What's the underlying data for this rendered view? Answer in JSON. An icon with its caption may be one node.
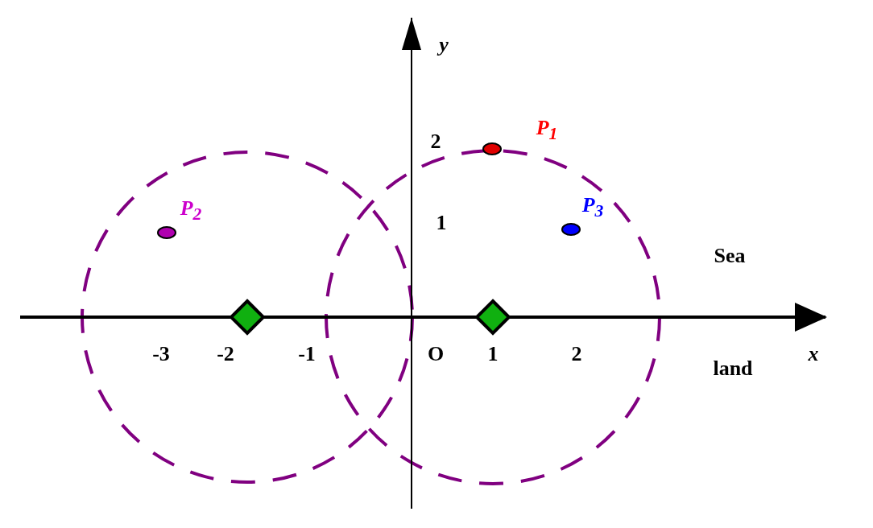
{
  "diagram": {
    "labels": [
      "y",
      "2",
      "P$_{1}$",
      "P$_{2}$",
      "P$_{3}$",
      "1",
      "Sea",
      "-3",
      "-2",
      "-1",
      "O",
      "1",
      "2",
      "x",
      "land"
    ]
  }
}
